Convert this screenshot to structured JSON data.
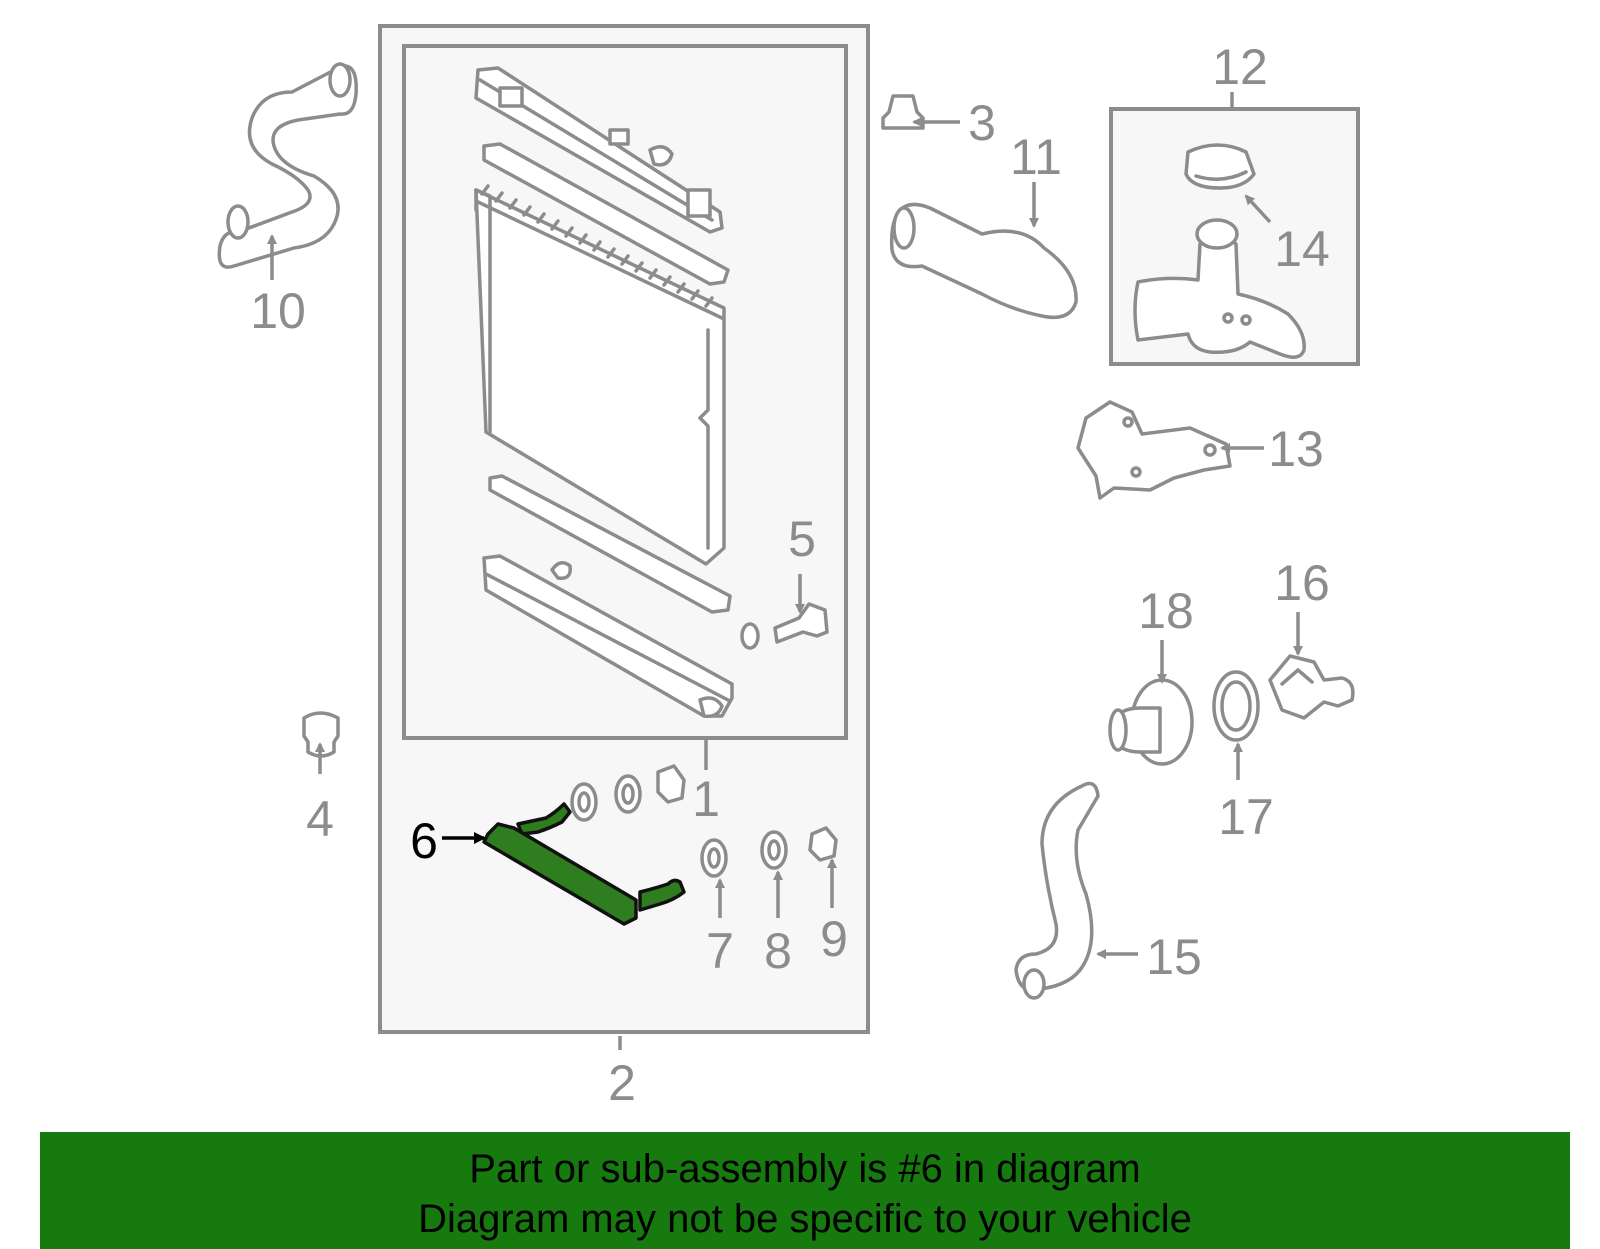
{
  "callouts": {
    "c1": "1",
    "c2": "2",
    "c3": "3",
    "c4": "4",
    "c5": "5",
    "c6": "6",
    "c7": "7",
    "c8": "8",
    "c9": "9",
    "c10": "10",
    "c11": "11",
    "c12": "12",
    "c13": "13",
    "c14": "14",
    "c15": "15",
    "c16": "16",
    "c17": "17",
    "c18": "18"
  },
  "highlighted_part": "6",
  "colors": {
    "banner": "#167a0f",
    "highlight": "#2e7d1e",
    "line": "#8c8c8c"
  },
  "banner": {
    "line1": "Part or sub-assembly is #6 in diagram",
    "line2": "Diagram may not be specific to your vehicle"
  }
}
